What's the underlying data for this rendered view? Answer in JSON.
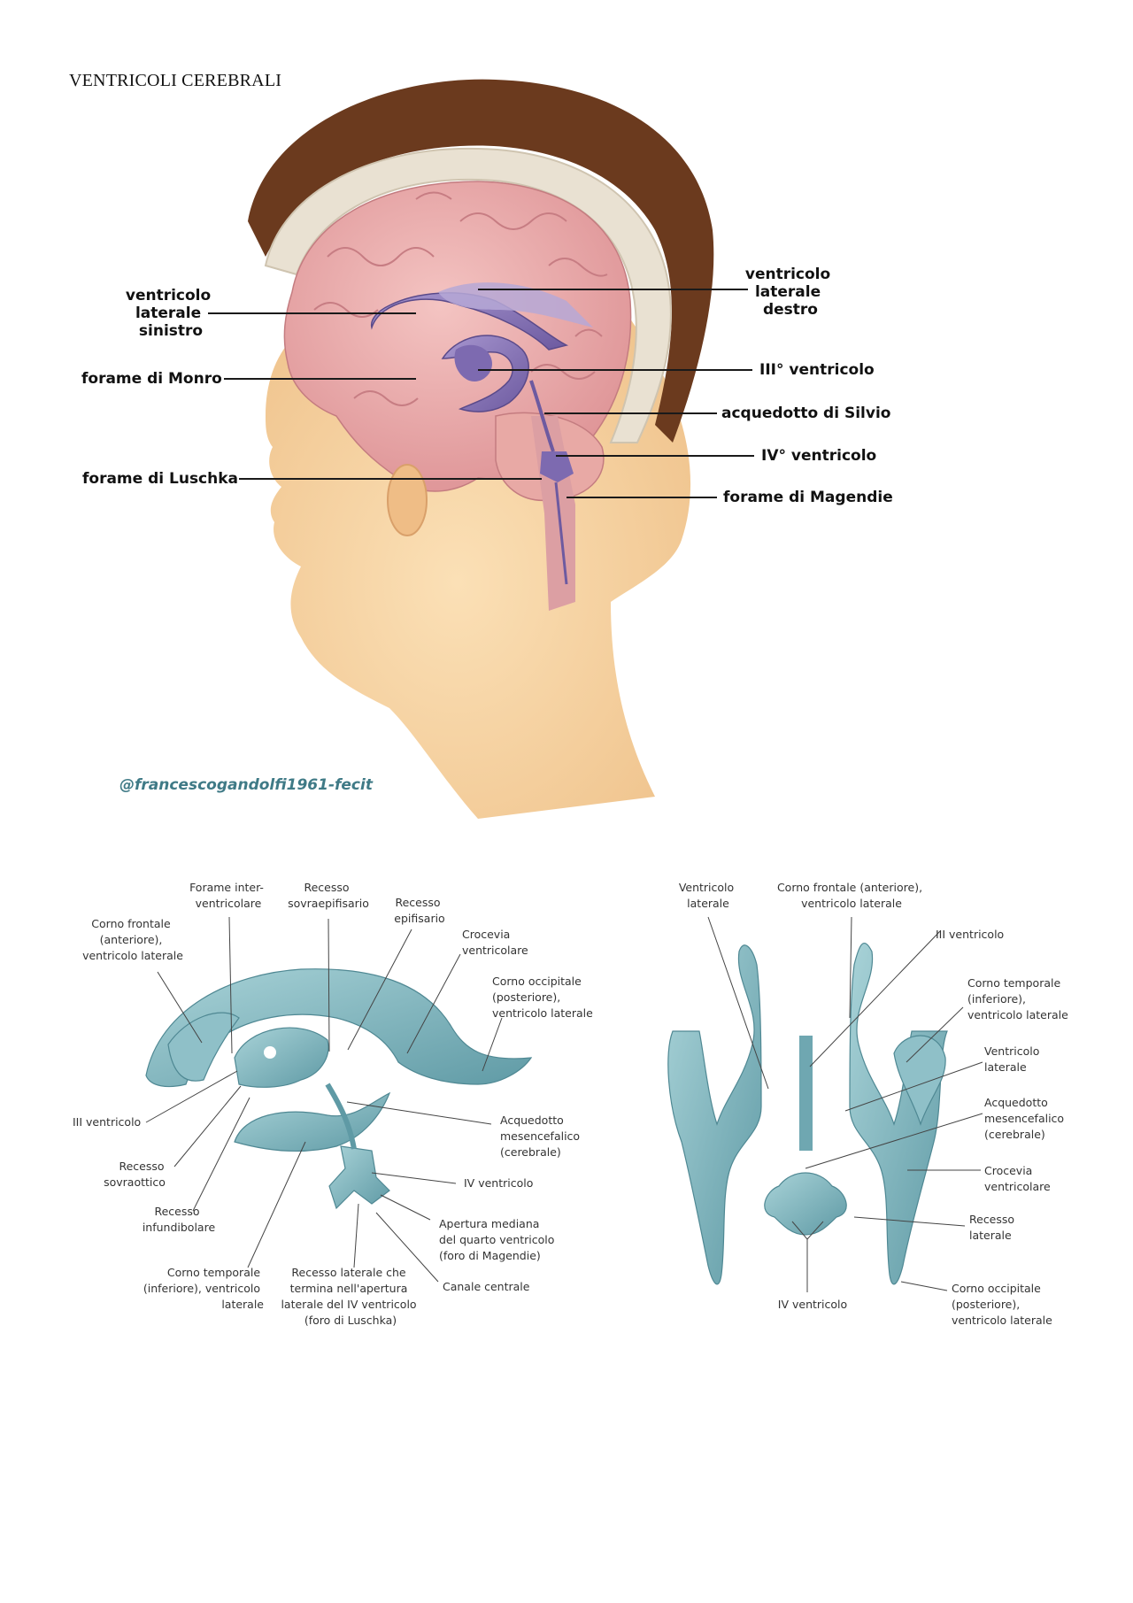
{
  "page": {
    "title": "VENTRICOLI CEREBRALI"
  },
  "figure1": {
    "credit": "@francescogandolfi1961-fecit",
    "labels": {
      "ventricolo_laterale_sinistro": [
        "ventricolo",
        "laterale",
        "sinistro"
      ],
      "forame_di_monro": "forame di Monro",
      "forame_di_luschka": "forame di Luschka",
      "ventricolo_laterale_destro": [
        "ventricolo",
        "laterale",
        "destro"
      ],
      "terzo_ventricolo": "III° ventricolo",
      "acquedotto_di_silvio": "acquedotto di Silvio",
      "quarto_ventricolo": "IV° ventricolo",
      "forame_di_magendie": "forame di Magendie"
    }
  },
  "figure2": {
    "labels": {
      "forame_interventricolare": [
        "Forame inter-",
        "ventricolare"
      ],
      "recesso_sovraepifisario": [
        "Recesso",
        "sovraepifisario"
      ],
      "recesso_epifisario": [
        "Recesso",
        "epifisario"
      ],
      "crocevia_ventricolare": [
        "Crocevia",
        "ventricolare"
      ],
      "corno_frontale": [
        "Corno frontale",
        "(anteriore),",
        "ventricolo laterale"
      ],
      "corno_occipitale": [
        "Corno occipitale",
        "(posteriore),",
        "ventricolo laterale"
      ],
      "terzo_ventricolo": "III ventricolo",
      "acquedotto": [
        "Acquedotto",
        "mesencefalico",
        "(cerebrale)"
      ],
      "recesso_sovraottico": [
        "Recesso",
        "sovraottico"
      ],
      "quarto_ventricolo": "IV ventricolo",
      "recesso_infundibolare": [
        "Recesso",
        "infundibolare"
      ],
      "apertura_mediana": [
        "Apertura mediana",
        "del quarto ventricolo",
        "(foro di Magendie)"
      ],
      "corno_temporale": [
        "Corno temporale",
        "(inferiore), ventricolo",
        "laterale"
      ],
      "recesso_laterale": [
        "Recesso laterale che",
        "termina nell'apertura",
        "laterale del IV ventricolo",
        "(foro di Luschka)"
      ],
      "canale_centrale": "Canale centrale"
    }
  },
  "figure3": {
    "labels": {
      "ventricolo_laterale_top": [
        "Ventricolo",
        "laterale"
      ],
      "corno_frontale": [
        "Corno frontale (anteriore),",
        "ventricolo laterale"
      ],
      "terzo_ventricolo": "III ventricolo",
      "corno_temporale": [
        "Corno temporale",
        "(inferiore),",
        "ventricolo laterale"
      ],
      "ventricolo_laterale_right": [
        "Ventricolo",
        "laterale"
      ],
      "acquedotto": [
        "Acquedotto",
        "mesencefalico",
        "(cerebrale)"
      ],
      "crocevia_ventricolare": [
        "Crocevia",
        "ventricolare"
      ],
      "recesso_laterale": [
        "Recesso",
        "laterale"
      ],
      "quarto_ventricolo": "IV ventricolo",
      "corno_occipitale": [
        "Corno occipitale",
        "(posteriore),",
        "ventricolo laterale"
      ]
    }
  },
  "colors": {
    "hair": "#6b3a1e",
    "skin": "#f6d3a1",
    "skull": "#e9e1d2",
    "brain": "#e9a6a8",
    "ventricle_purple": "#8b78b8",
    "ventricle_teal": "#7fb3bd",
    "credit": "#3f7a86"
  }
}
